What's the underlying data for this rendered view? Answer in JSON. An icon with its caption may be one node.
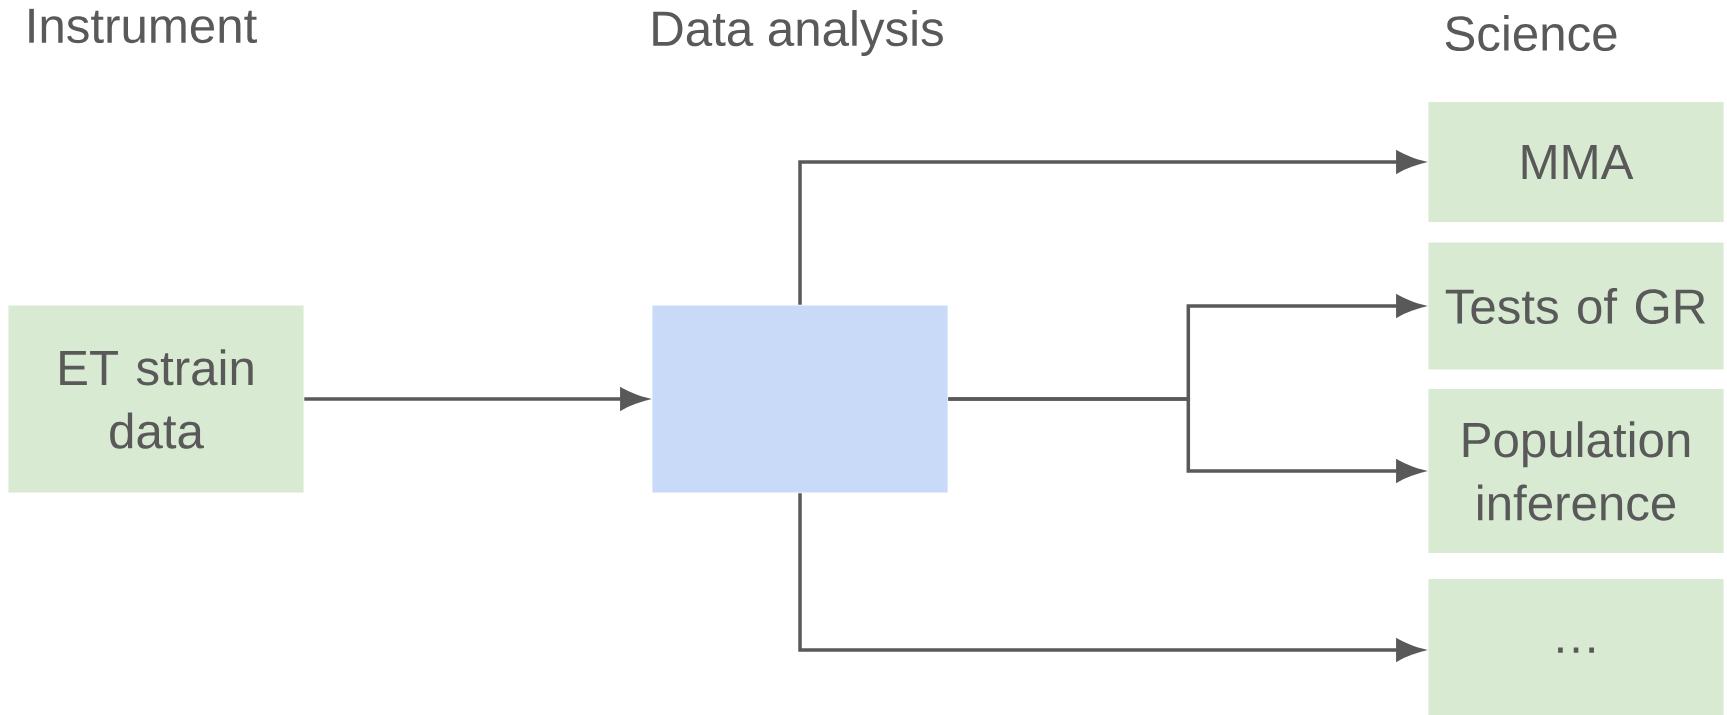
{
  "diagram": {
    "nodes": [
      {
        "text": [
          "ET strain data"
        ]
      },
      {
        "text": [],
        "shape": "box"
      },
      {
        "text": [
          "MMA"
        ]
      },
      {
        "text": [
          "Tests of GR"
        ]
      },
      {
        "text": [
          "Population inference"
        ]
      },
      {
        "text": [
          "…"
        ]
      }
    ],
    "edges": [
      {
        "from": 0,
        "to": 1,
        "arrow": "to"
      },
      {
        "from": 1,
        "to": 2,
        "arrow": "to"
      },
      {
        "from": 1,
        "to": 3,
        "arrow": "to"
      },
      {
        "from": 1,
        "to": 4,
        "arrow": "to"
      },
      {
        "from": 1,
        "to": 5,
        "arrow": "to"
      }
    ],
    "labels": [
      "Instrument",
      "Data analysis",
      "Science"
    ]
  }
}
